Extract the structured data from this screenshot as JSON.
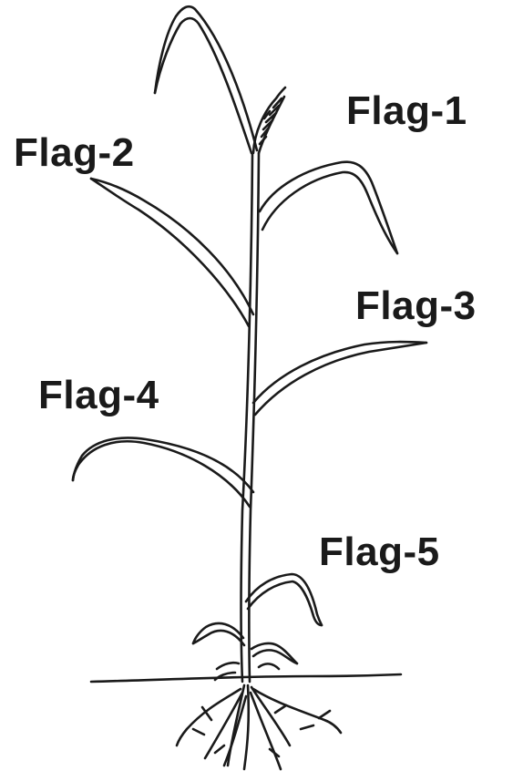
{
  "labels": {
    "flag1": "Flag-1",
    "flag2": "Flag-2",
    "flag3": "Flag-3",
    "flag4": "Flag-4",
    "flag5": "Flag-5"
  },
  "colors": {
    "ink": "#1a1a1a",
    "background": "#ffffff"
  }
}
